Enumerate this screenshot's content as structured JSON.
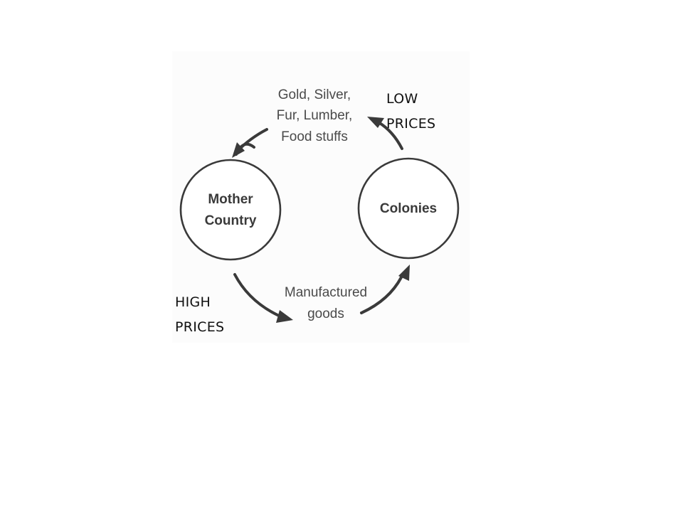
{
  "diagram": {
    "nodes": {
      "mother_country": {
        "line1": "Mother",
        "line2": "Country"
      },
      "colonies": {
        "line1": "Colonies"
      }
    },
    "flows": {
      "raw_materials": {
        "line1": "Gold, Silver,",
        "line2": "Fur, Lumber,",
        "line3": "Food stuffs"
      },
      "manufactured": {
        "line1": "Manufactured",
        "line2": "goods"
      }
    },
    "prices": {
      "low": {
        "line1": "LOW",
        "line2": "PRICES"
      },
      "high": {
        "line1": "HIGH",
        "line2": "PRICES"
      }
    },
    "colors": {
      "stroke": "#3a3a3a",
      "text": "#4a4a4a",
      "annotation": "#111111"
    }
  }
}
